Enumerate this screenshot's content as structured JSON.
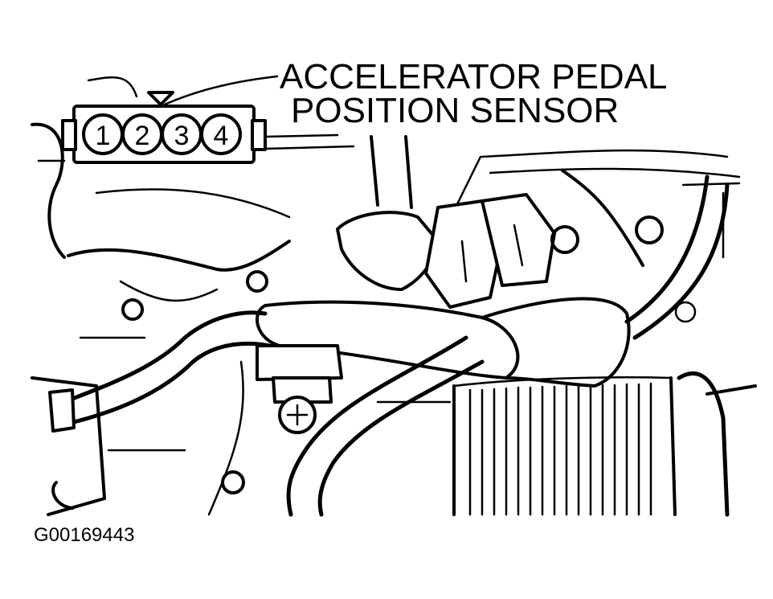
{
  "callout": {
    "line1": "ACCELERATOR PEDAL",
    "line2": "POSITION SENSOR"
  },
  "connector": {
    "pins": [
      "1",
      "2",
      "3",
      "4"
    ]
  },
  "figure_id": "G00169443",
  "colors": {
    "ink": "#000000",
    "paper": "#ffffff"
  }
}
